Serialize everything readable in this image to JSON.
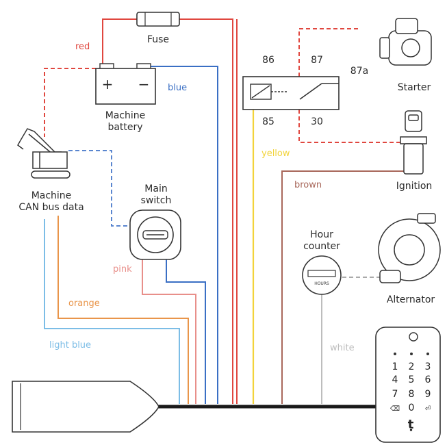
{
  "components": {
    "fuse": "Fuse",
    "battery_line1": "Machine",
    "battery_line2": "battery",
    "battery_plus": "+",
    "battery_minus": "−",
    "can_line1": "Machine",
    "can_line2": "CAN bus data",
    "switch_line1": "Main",
    "switch_line2": "switch",
    "starter": "Starter",
    "ignition": "Ignition",
    "hour_line1": "Hour",
    "hour_line2": "counter",
    "hour_face": "HOURS",
    "alternator": "Alternator"
  },
  "relay": {
    "pin86": "86",
    "pin87": "87",
    "pin87a": "87a",
    "pin85": "85",
    "pin30": "30"
  },
  "wires": {
    "red": "red",
    "blue": "blue",
    "yellow": "yellow",
    "brown": "brown",
    "pink": "pink",
    "orange": "orange",
    "light_blue": "light blue",
    "white": "white"
  },
  "wire_colors": {
    "red": "#e0473f",
    "blue": "#3a6fc4",
    "yellow": "#f2d33a",
    "brown": "#a8675a",
    "pink": "#e88f8a",
    "orange": "#e9954a",
    "light_blue": "#7cbde6",
    "white": "#bdbdbd",
    "dashed_blue": "#5a86cf",
    "cable": "#1a1a1a"
  },
  "keypad": {
    "keys": [
      "1",
      "2",
      "3",
      "4",
      "5",
      "6",
      "7",
      "8",
      "9",
      "⌫",
      "0",
      "⏎"
    ],
    "bottom_symbol": "ṭ"
  }
}
